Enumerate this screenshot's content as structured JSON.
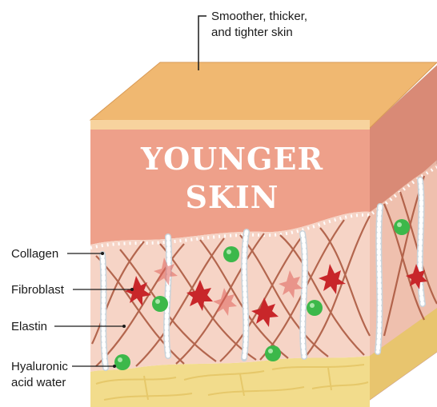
{
  "callout": {
    "line1": "Smoother, thicker,",
    "line2": "and tighter skin"
  },
  "title": {
    "line1": "YOUNGER",
    "line2": "SKIN"
  },
  "labels": {
    "collagen": "Collagen",
    "fibroblast": "Fibroblast",
    "elastin": "Elastin",
    "hyaluronic_line1": "Hyaluronic",
    "hyaluronic_line2": "acid water"
  },
  "colors": {
    "top_surface": "#f0b871",
    "epidermis_front": "#eea08a",
    "epidermis_side": "#d98a76",
    "dermis": "#f4cfc0",
    "collagen_fiber": "#a8533a",
    "fibroblast": "#c8262a",
    "elastin": "#e8eef2",
    "hyaluronic": "#3cb84a",
    "fat": "#f2dc8c"
  }
}
